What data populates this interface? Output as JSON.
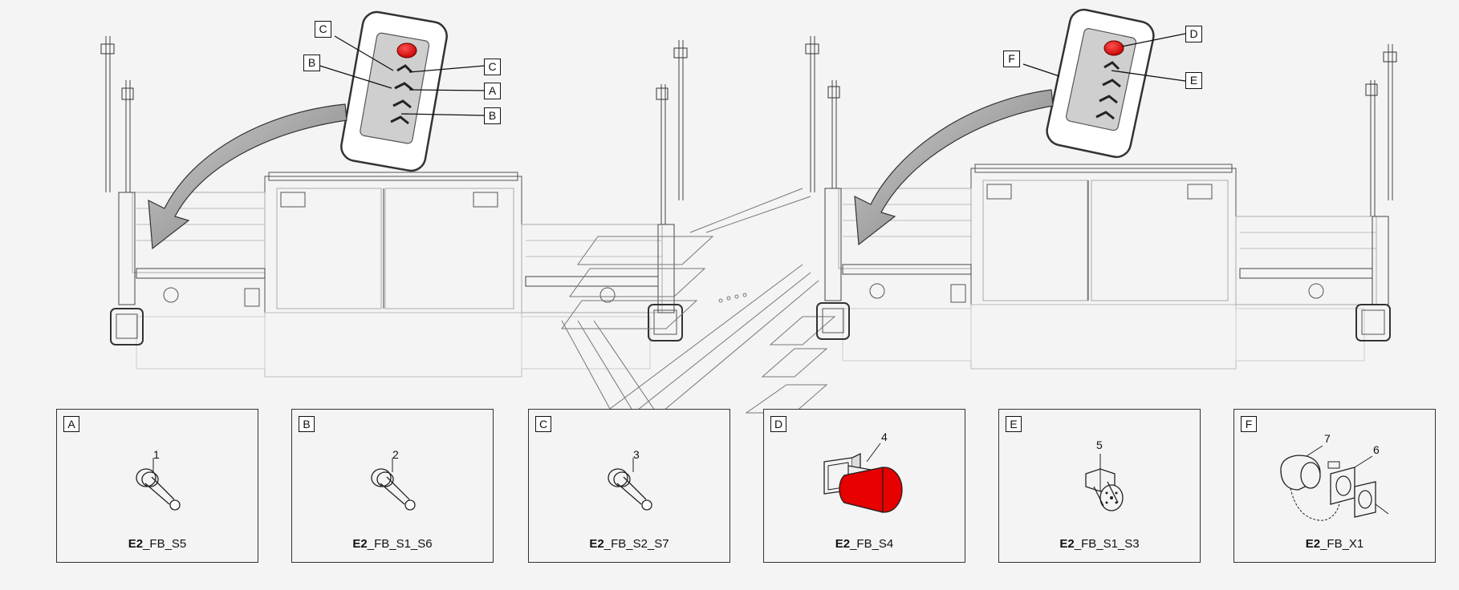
{
  "callouts": {
    "left_c_top": "C",
    "left_b_top": "B",
    "left_c_right": "C",
    "left_a_right": "A",
    "left_b_right": "B",
    "right_f": "F",
    "right_d": "D",
    "right_e": "E"
  },
  "panels": [
    {
      "label": "A",
      "number": "1",
      "code_bold": "E2",
      "code_rest": "_FB_S5"
    },
    {
      "label": "B",
      "number": "2",
      "code_bold": "E2",
      "code_rest": "_FB_S1_S6"
    },
    {
      "label": "C",
      "number": "3",
      "code_bold": "E2",
      "code_rest": "_FB_S2_S7"
    },
    {
      "label": "D",
      "number": "4",
      "code_bold": "E2",
      "code_rest": "_FB_S4"
    },
    {
      "label": "E",
      "number": "5",
      "code_bold": "E2",
      "code_rest": "_FB_S1_S3"
    },
    {
      "label": "F",
      "number_a": "7",
      "number_b": "6",
      "code_bold": "E2",
      "code_rest": "_FB_X1"
    }
  ],
  "colors": {
    "emergency_stop": "#e60000",
    "line": "#555555",
    "background": "#f4f4f4"
  }
}
